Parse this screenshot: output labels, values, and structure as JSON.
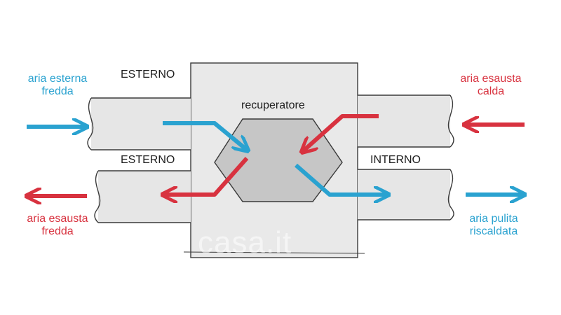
{
  "labels": {
    "esterno_top": "ESTERNO",
    "esterno_bottom": "ESTERNO",
    "interno": "INTERNO",
    "recuperatore": "recuperatore",
    "in_left": {
      "line1": "aria esterna",
      "line2": "fredda"
    },
    "out_left": {
      "line1": "aria esausta",
      "line2": "fredda"
    },
    "in_right": {
      "line1": "aria esausta",
      "line2": "calda"
    },
    "out_right": {
      "line1": "aria pulita",
      "line2": "riscaldata"
    }
  },
  "watermark": "casa.it",
  "colors": {
    "cold_blue": "#2aa2d0",
    "warm_red": "#d8323f",
    "duct_fill": "#e6e6e6",
    "box_fill": "#e9e9e9",
    "hex_fill": "#c6c6c6",
    "line": "#3a3a3a"
  }
}
